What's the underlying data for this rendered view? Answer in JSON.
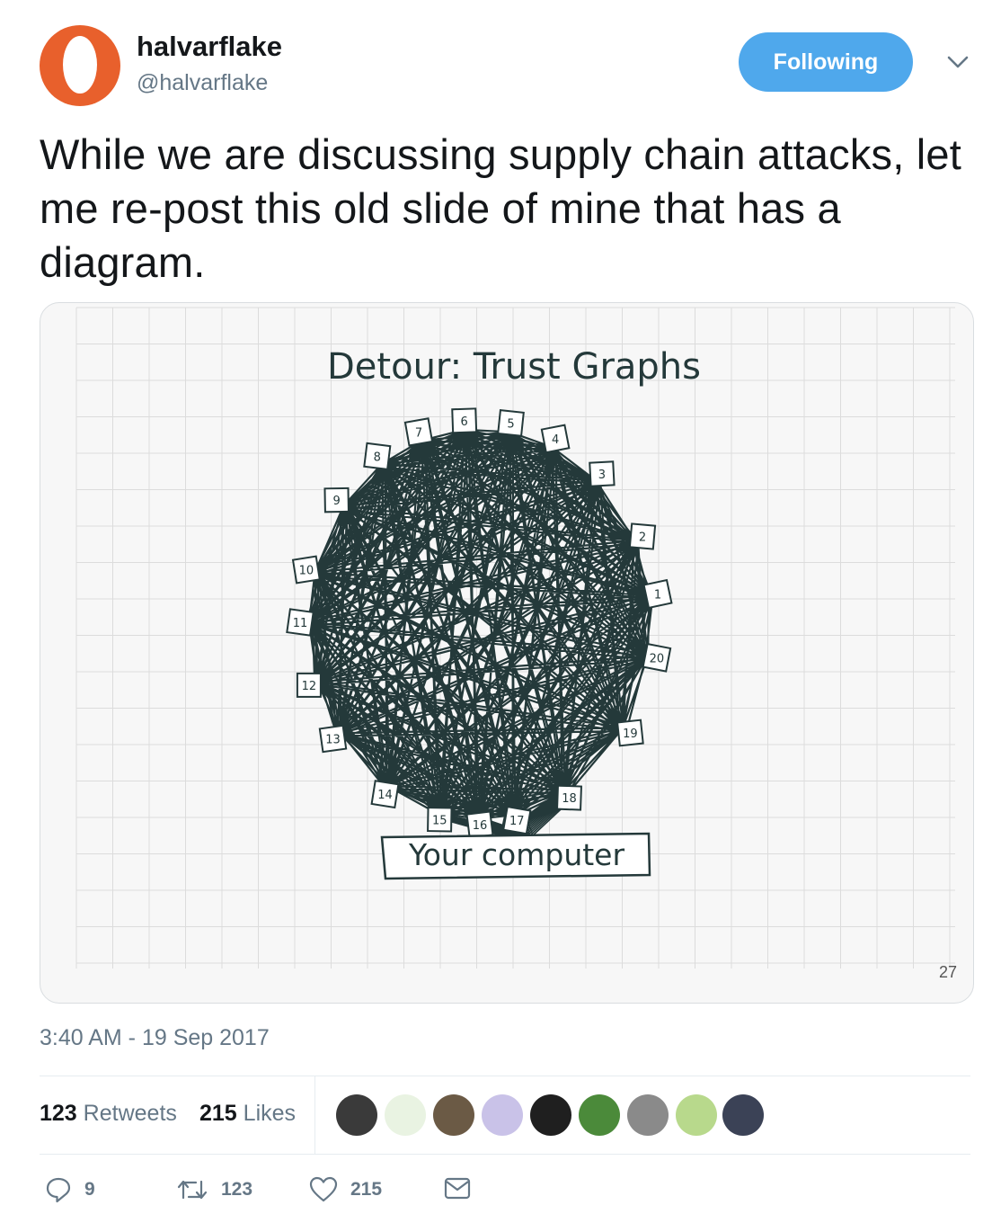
{
  "tweet": {
    "display_name": "halvarflake",
    "handle": "@halvarflake",
    "follow_label": "Following",
    "text": "While we are discussing supply chain attacks, let me re-post this old slide of mine that has a diagram.",
    "timestamp": "3:40 AM - 19 Sep 2017"
  },
  "slide": {
    "title": "Detour: Trust Graphs",
    "bottom_node": "Your computer",
    "page_number": "27",
    "node_labels": [
      "1",
      "2",
      "3",
      "4",
      "5",
      "6",
      "7",
      "8",
      "9",
      "10",
      "11",
      "12",
      "13",
      "14",
      "15",
      "16",
      "17",
      "18",
      "19",
      "20"
    ]
  },
  "stats": {
    "retweets_count": "123",
    "retweets_label": "Retweets",
    "likes_count": "215",
    "likes_label": "Likes"
  },
  "actions": {
    "reply_count": "9",
    "retweet_count": "123",
    "like_count": "215"
  },
  "colors": {
    "follow_button": "#4fa8ec",
    "avatar": "#e8602c",
    "ink": "#24393a"
  }
}
